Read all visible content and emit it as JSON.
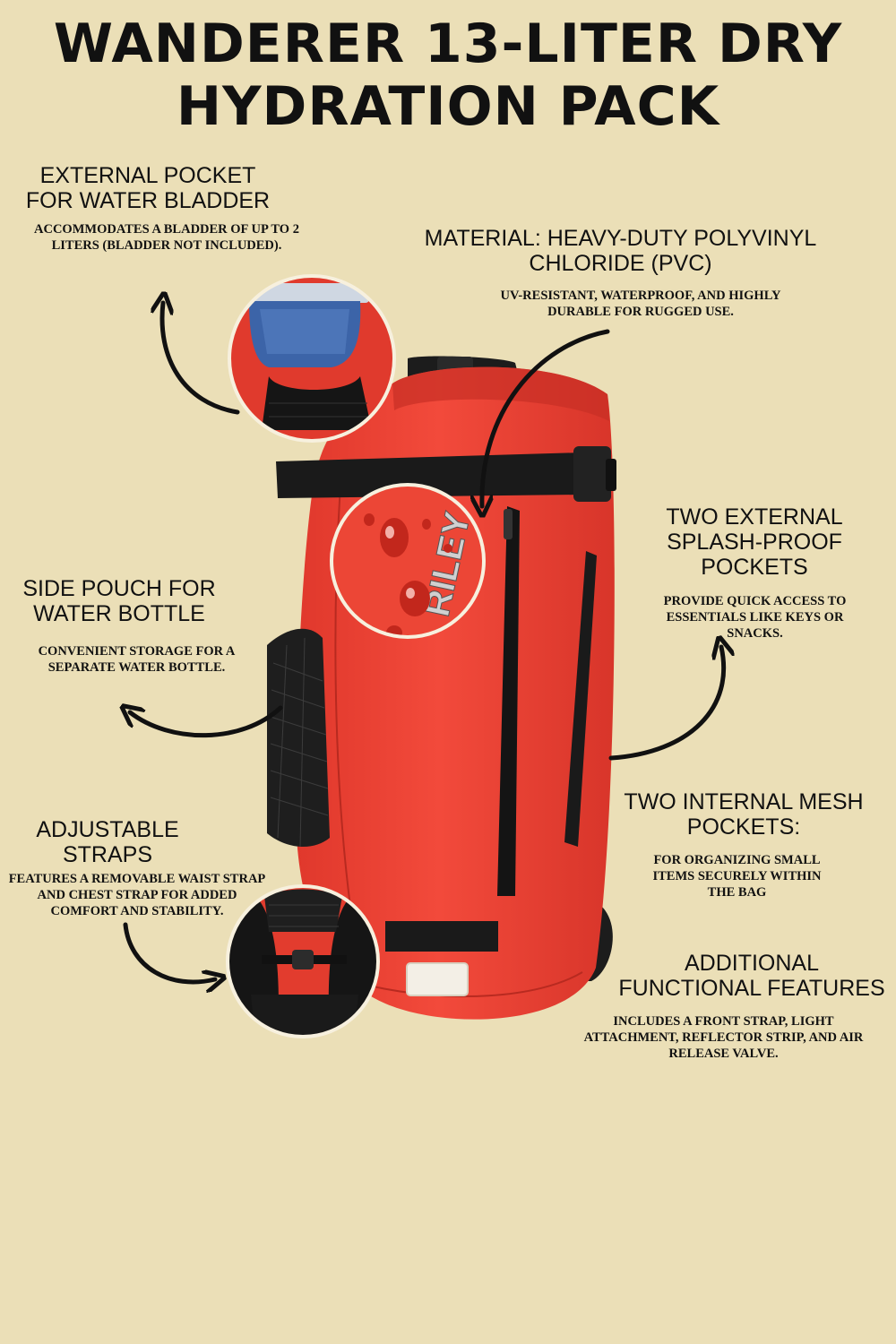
{
  "title": {
    "line1": "WANDERER 13-LITER DRY",
    "line2": "HYDRATION PACK"
  },
  "product": {
    "brand_logo": "RILEY"
  },
  "features": [
    {
      "heading_lines": [
        "EXTERNAL POCKET",
        "FOR WATER BLADDER"
      ],
      "desc_lines": [
        "ACCOMMODATES A BLADDER OF UP TO 2",
        "LITERS (BLADDER NOT INCLUDED)."
      ]
    },
    {
      "heading_lines": [
        "MATERIAL: HEAVY-DUTY POLYVINYL",
        "CHLORIDE (PVC)"
      ],
      "desc_lines": [
        "UV-RESISTANT, WATERPROOF, AND HIGHLY",
        "DURABLE FOR RUGGED USE."
      ]
    },
    {
      "heading_lines": [
        "SIDE POUCH FOR",
        "WATER BOTTLE"
      ],
      "desc_lines": [
        "CONVENIENT STORAGE FOR A",
        "SEPARATE WATER BOTTLE."
      ]
    },
    {
      "heading_lines": [
        "TWO EXTERNAL",
        "SPLASH-PROOF",
        "POCKETS"
      ],
      "desc_lines": [
        "PROVIDE QUICK ACCESS TO",
        "ESSENTIALS LIKE KEYS OR",
        "SNACKS."
      ]
    },
    {
      "heading_lines": [
        "TWO INTERNAL MESH",
        "POCKETS:"
      ],
      "desc_lines": [
        "FOR ORGANIZING SMALL",
        "ITEMS SECURELY WITHIN",
        "THE BAG"
      ]
    },
    {
      "heading_lines": [
        "ADJUSTABLE",
        "STRAPS"
      ],
      "desc_lines": [
        "FEATURES A REMOVABLE WAIST STRAP",
        "AND CHEST STRAP FOR ADDED",
        "COMFORT AND STABILITY."
      ]
    },
    {
      "heading_lines": [
        "ADDITIONAL",
        "FUNCTIONAL FEATURES"
      ],
      "desc_lines": [
        "INCLUDES A FRONT STRAP, LIGHT",
        "ATTACHMENT, REFLECTOR STRIP, AND AIR",
        "RELEASE VALVE."
      ]
    }
  ]
}
